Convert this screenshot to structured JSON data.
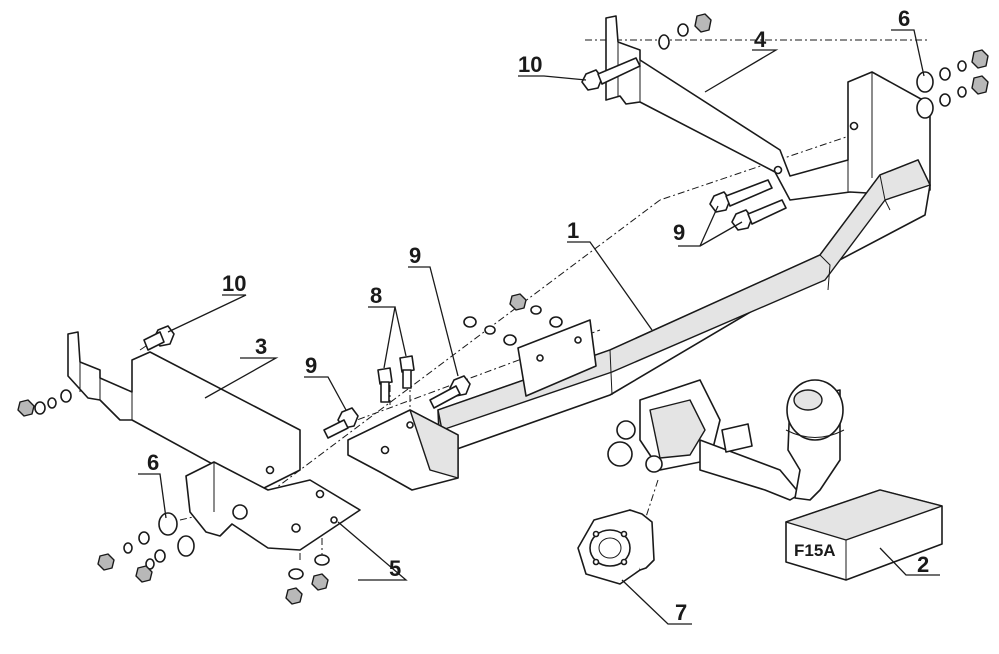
{
  "callouts": {
    "c1": "1",
    "c2": "2",
    "c3": "3",
    "c4": "4",
    "c5": "5",
    "c6_top": "6",
    "c6_bottom": "6",
    "c7": "7",
    "c8": "8",
    "c9_top": "9",
    "c9_mid_left": "9",
    "c9_mid_right": "9",
    "c10_top": "10",
    "c10_left": "10"
  },
  "box": {
    "label": "F15A"
  }
}
